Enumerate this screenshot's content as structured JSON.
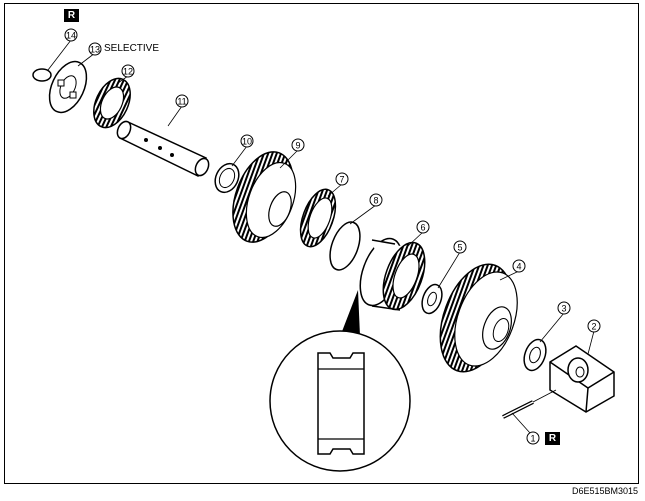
{
  "markers": {
    "top_left": "R",
    "bottom_right": "R"
  },
  "note_13": "SELECTIVE",
  "callouts": [
    "1",
    "2",
    "3",
    "4",
    "5",
    "6",
    "7",
    "8",
    "9",
    "10",
    "11",
    "12",
    "13",
    "14"
  ],
  "figure_code": "D6E515BM3015"
}
